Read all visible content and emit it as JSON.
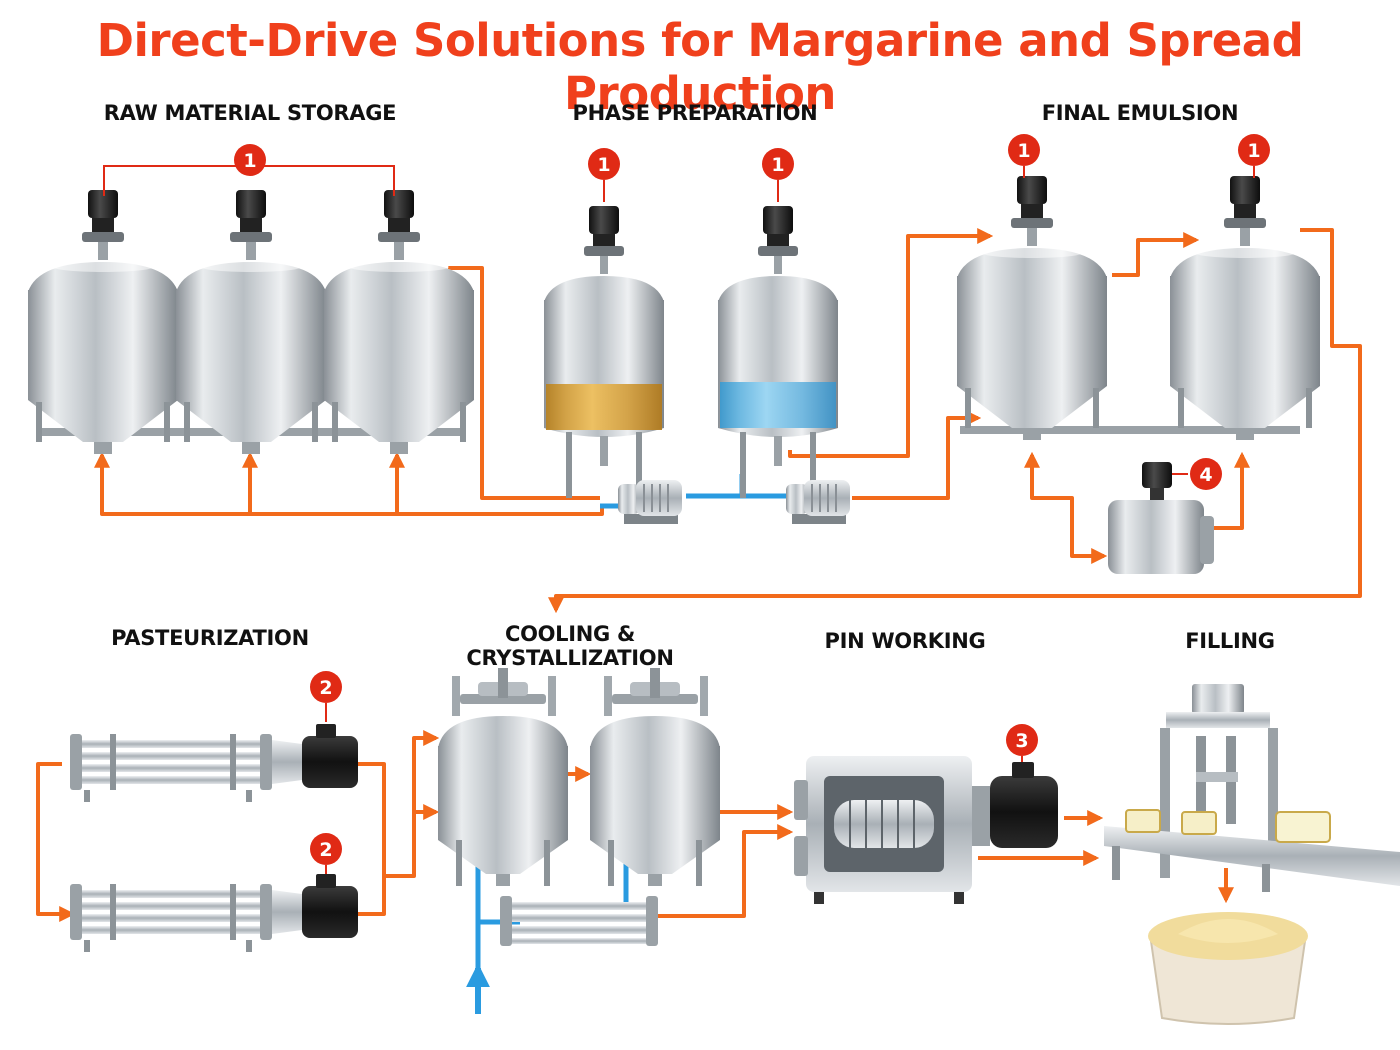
{
  "title": "Direct-Drive Solutions for Margarine and Spread Production",
  "sections": {
    "raw_material_storage": "RAW MATERIAL STORAGE",
    "phase_preparation": "PHASE PREPARATION",
    "final_emulsion": "FINAL EMULSION",
    "pasteurization": "PASTEURIZATION",
    "cooling_crystallization_line1": "COOLING &",
    "cooling_crystallization_line2": "CRYSTALLIZATION",
    "pin_working": "PIN WORKING",
    "filling": "FILLING"
  },
  "markers": {
    "storage_agitators": "1",
    "fat_phase_agitator": "1",
    "water_phase_agitator": "1",
    "emulsion_tank1_agitator": "1",
    "emulsion_tank2_agitator": "1",
    "pasteurizer1_drive": "2",
    "pasteurizer2_drive": "2",
    "pin_worker_drive": "3",
    "buffer_tank_agitator": "4"
  },
  "colors": {
    "title": "#f0401c",
    "product_flow": "#f26a1b",
    "coolant_flow": "#2a9be0",
    "marker": "#e02a15",
    "steel": "#c4c9cd",
    "fat_phase": "#e1a53a",
    "water_phase": "#6cc2ec"
  }
}
